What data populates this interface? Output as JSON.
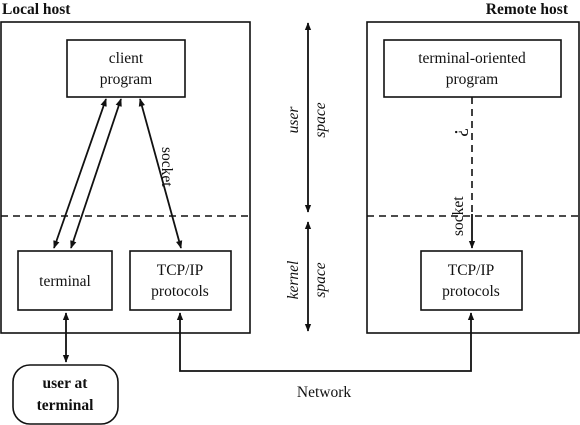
{
  "labels": {
    "local_host": "Local host",
    "remote_host": "Remote host",
    "client_program": [
      "client",
      "program"
    ],
    "terminal_oriented_program": [
      "terminal-oriented",
      "program"
    ],
    "terminal": "terminal",
    "tcpip_local": [
      "TCP/IP",
      "protocols"
    ],
    "tcpip_remote": [
      "TCP/IP",
      "protocols"
    ],
    "user_at_terminal": [
      "user at",
      "terminal"
    ],
    "socket_local": "socket",
    "socket_remote": "socket",
    "question_mark": "?",
    "user_space": [
      "user",
      "space"
    ],
    "kernel_space": [
      "kernel",
      "space"
    ],
    "network": "Network"
  }
}
